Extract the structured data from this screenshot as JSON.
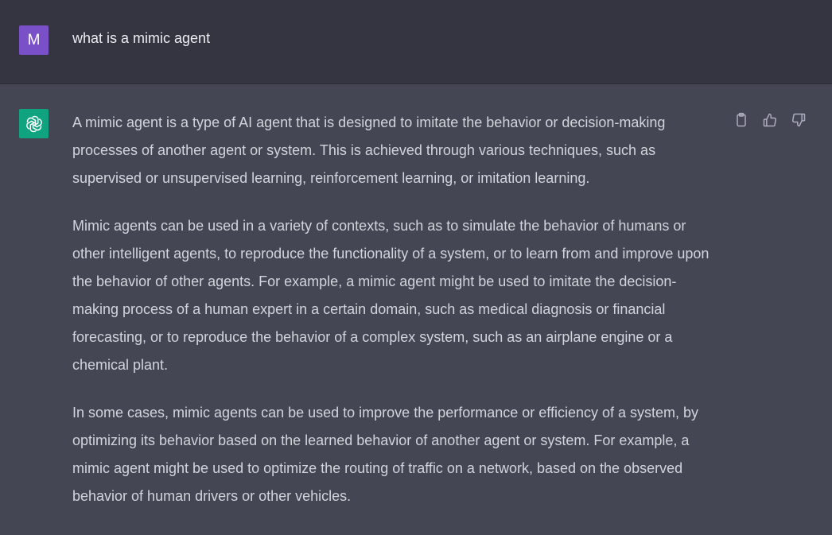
{
  "user_message": {
    "avatar_letter": "M",
    "text": "what is a mimic agent"
  },
  "assistant_message": {
    "paragraphs": [
      "A mimic agent is a type of AI agent that is designed to imitate the behavior or decision-making processes of another agent or system. This is achieved through various techniques, such as supervised or unsupervised learning, reinforcement learning, or imitation learning.",
      "Mimic agents can be used in a variety of contexts, such as to simulate the behavior of humans or other intelligent agents, to reproduce the functionality of a system, or to learn from and improve upon the behavior of other agents. For example, a mimic agent might be used to imitate the decision-making process of a human expert in a certain domain, such as medical diagnosis or financial forecasting, or to reproduce the behavior of a complex system, such as an airplane engine or a chemical plant.",
      "In some cases, mimic agents can be used to improve the performance or efficiency of a system, by optimizing its behavior based on the learned behavior of another agent or system. For example, a mimic agent might be used to optimize the routing of traffic on a network, based on the observed behavior of human drivers or other vehicles."
    ]
  },
  "actions": {
    "copy_icon": "clipboard-icon",
    "thumbs_up_icon": "thumbs-up-icon",
    "thumbs_down_icon": "thumbs-down-icon"
  },
  "colors": {
    "user_avatar": "#7a50c8",
    "assistant_avatar": "#10a37f",
    "user_row_bg": "#343541",
    "assistant_row_bg": "#444654"
  }
}
